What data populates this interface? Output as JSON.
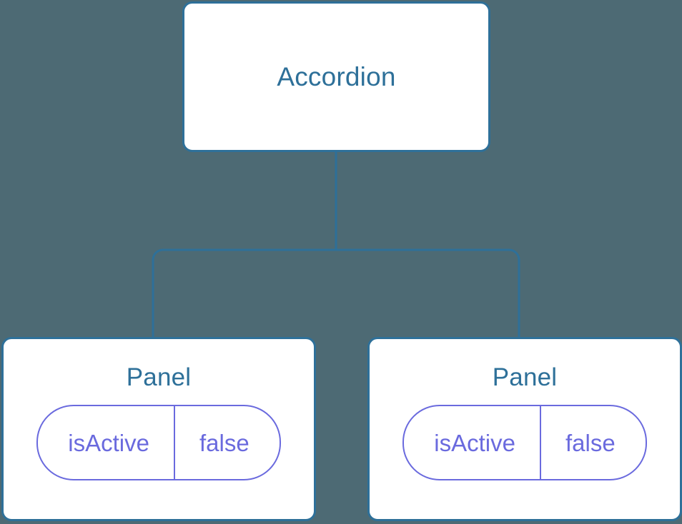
{
  "diagram": {
    "type": "component-tree",
    "background_color": "#4d6a74",
    "node_border_color": "#2e7099",
    "node_fill_color": "#ffffff",
    "node_title_color": "#2e7099",
    "prop_color": "#6a6ade",
    "connector_color": "#2e7099",
    "root": {
      "title": "Accordion"
    },
    "children": [
      {
        "title": "Panel",
        "props": [
          {
            "key": "isActive",
            "value": "false"
          }
        ]
      },
      {
        "title": "Panel",
        "props": [
          {
            "key": "isActive",
            "value": "false"
          }
        ]
      }
    ]
  }
}
